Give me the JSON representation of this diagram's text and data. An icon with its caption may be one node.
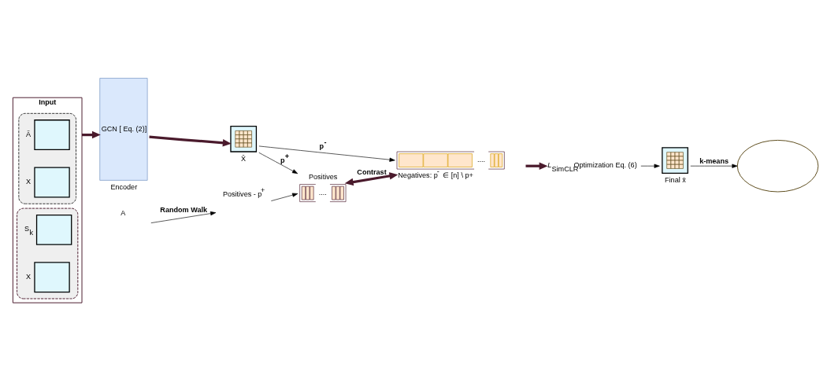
{
  "diagram": {
    "nodes": [
      {
        "text": [
          "Input"
        ]
      },
      {
        "text": [],
        "shape": "box",
        "in": 0
      },
      {
        "text": [
          "Ã"
        ],
        "in": 1
      },
      {
        "text": [
          "X"
        ],
        "in": 1
      },
      {
        "text": [],
        "shape": "box",
        "in": 0
      },
      {
        "text": [
          "S$_{k}$"
        ],
        "in": 4
      },
      {
        "text": [
          "X"
        ],
        "in": 4
      },
      {
        "text": [
          "GCN [ Eq. (2)]"
        ],
        "beside": [
          "Encoder"
        ]
      },
      {
        "text": [],
        "shape": "box",
        "beside": [
          "X̄"
        ]
      },
      {
        "text": [
          "A"
        ]
      },
      {
        "text": [
          "Positives - p$^{+}$"
        ]
      },
      {
        "text": [
          "Positives",
          "...."
        ]
      },
      {
        "text": [
          "...."
        ],
        "beside": [
          "Negatives: p$^{-}$ ∈ [n] \\ p+"
        ]
      },
      {
        "text": [
          "*L*$_{SimCLR}$ Optimization Eq. (6)"
        ]
      },
      {
        "text": [],
        "shape": "box",
        "beside": [
          "Final x̄"
        ]
      },
      {
        "text": [],
        "shape": "circle"
      }
    ],
    "edges": [
      {
        "from": 0,
        "to": 7,
        "arrow": "to",
        "style": "thick",
        "color": "#4a1a2c"
      },
      {
        "from": 7,
        "to": 8,
        "arrow": "to",
        "style": "thick",
        "color": "#4a1a2c"
      },
      {
        "from": 9,
        "to": 10,
        "arrow": "to",
        "label": "Random Walk"
      },
      {
        "from": 10,
        "to": 11,
        "arrow": "to"
      },
      {
        "from": 8,
        "to": 11,
        "arrow": "to",
        "label": "p$^{+}$"
      },
      {
        "from": 8,
        "to": 12,
        "arrow": "to",
        "label": "p$^{-}$"
      },
      {
        "from": 11,
        "to": 12,
        "arrow": "both",
        "label": "Contrast",
        "style": "thick",
        "color": "#4a1a2c"
      },
      {
        "from": null,
        "to": 13,
        "arrow": "to",
        "style": "thick",
        "color": "#4a1a2c"
      },
      {
        "from": 13,
        "to": 14,
        "arrow": "to"
      },
      {
        "from": 14,
        "to": 15,
        "arrow": "to",
        "label": "k-means"
      }
    ]
  }
}
